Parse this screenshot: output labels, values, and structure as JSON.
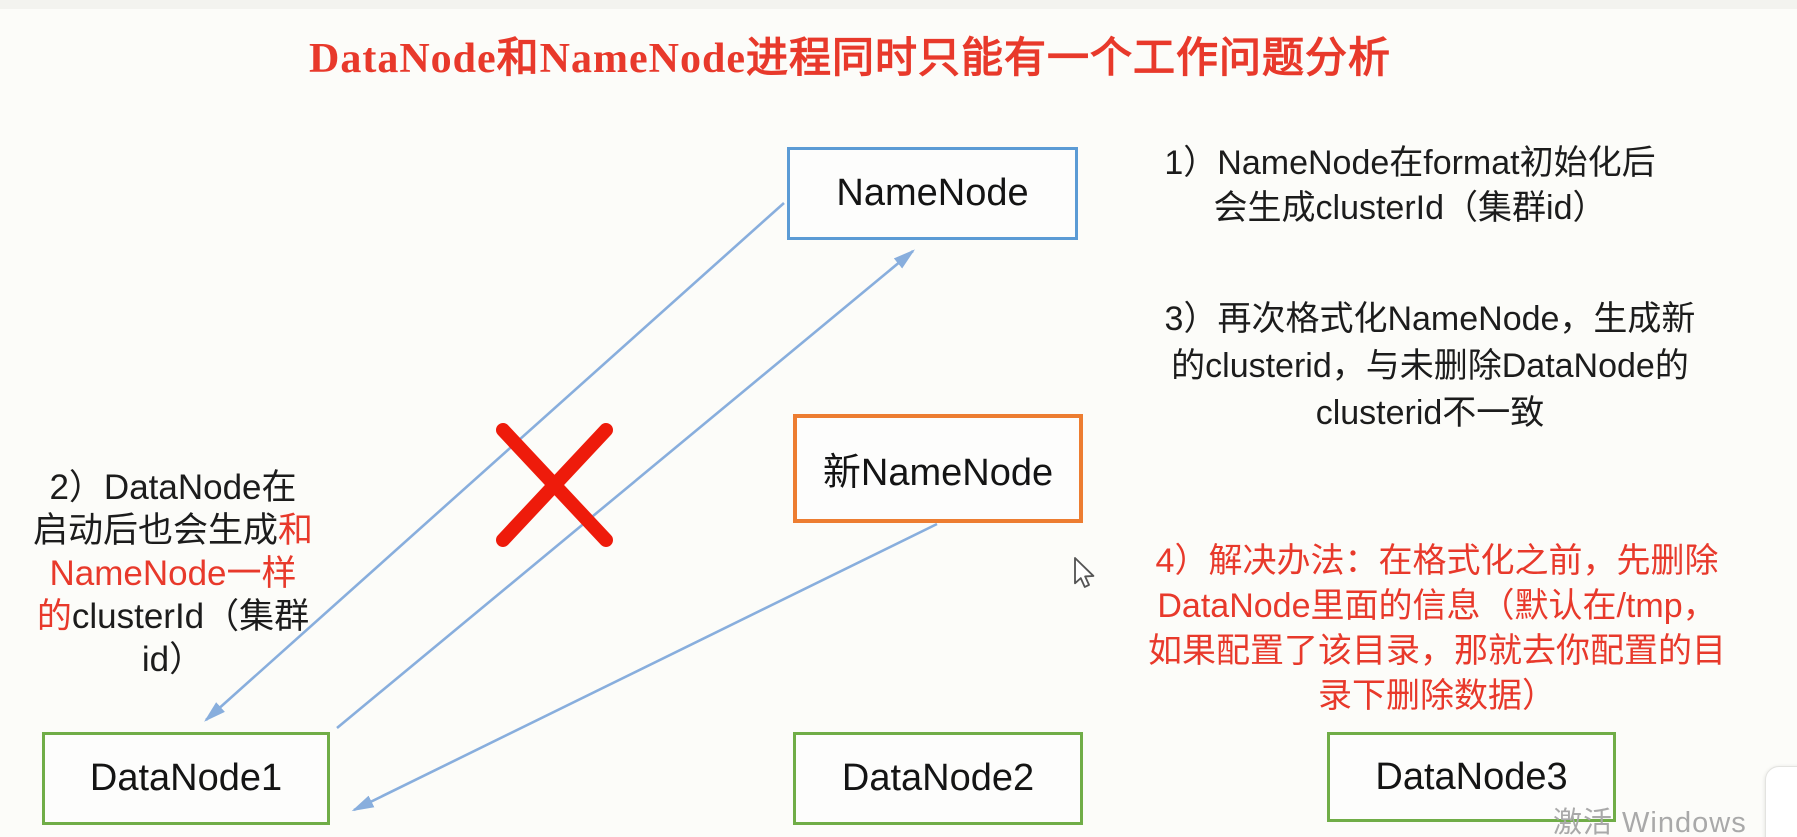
{
  "title": "DataNode和NameNode进程同时只能有一个工作问题分析",
  "nodes": {
    "namenode": {
      "label": "NameNode"
    },
    "new_namenode": {
      "label": "新NameNode"
    },
    "datanode1": {
      "label": "DataNode1"
    },
    "datanode2": {
      "label": "DataNode2"
    },
    "datanode3": {
      "label": "DataNode3"
    }
  },
  "notes": {
    "note1": {
      "lines": [
        "1）NameNode在format初始化后",
        "会生成clusterId（集群id）"
      ]
    },
    "note2": {
      "line1": "2）DataNode在",
      "line2_black": "启动后也会生成",
      "line2_red": "和",
      "line3_red": "NameNode一样",
      "line4_red": "的",
      "line4_black": "clusterId（集群",
      "line5": "id）"
    },
    "note3": {
      "lines": [
        "3）再次格式化NameNode，生成新",
        "的clusterid，与未删除DataNode的",
        "clusterid不一致"
      ]
    },
    "note4": {
      "lines": [
        "4）解决办法：在格式化之前，先删除",
        "DataNode里面的信息（默认在/tmp，",
        "如果配置了该目录，那就去你配置的目",
        "录下删除数据）"
      ]
    }
  },
  "watermark": "激活 Windows",
  "colors": {
    "title_red": "#e8392b",
    "emphasis_red": "#e8392b",
    "cross_red": "#ee1b0b",
    "namenode_border_blue": "#5b9bd5",
    "new_namenode_border_orange": "#ed7d31",
    "datanode_border_green": "#70ad47",
    "arrow_blue": "#88aedd",
    "background": "#fcfcf9",
    "watermark_gray": "#a9a9a9"
  }
}
